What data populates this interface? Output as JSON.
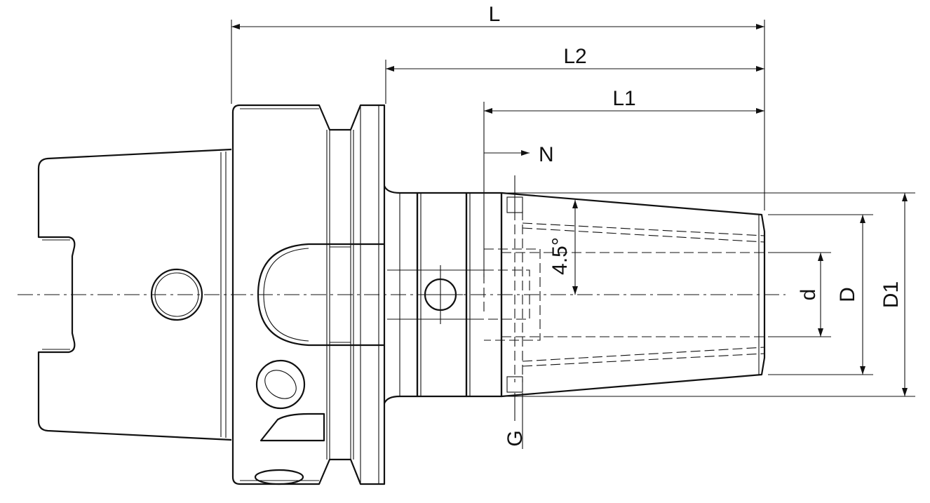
{
  "labels": {
    "L": "L",
    "L2": "L2",
    "L1": "L1",
    "N": "N",
    "angle": "4.5°",
    "d": "d",
    "D": "D",
    "D1": "D1",
    "G": "G"
  },
  "colors": {
    "line": "#111111",
    "background": "#ffffff"
  }
}
